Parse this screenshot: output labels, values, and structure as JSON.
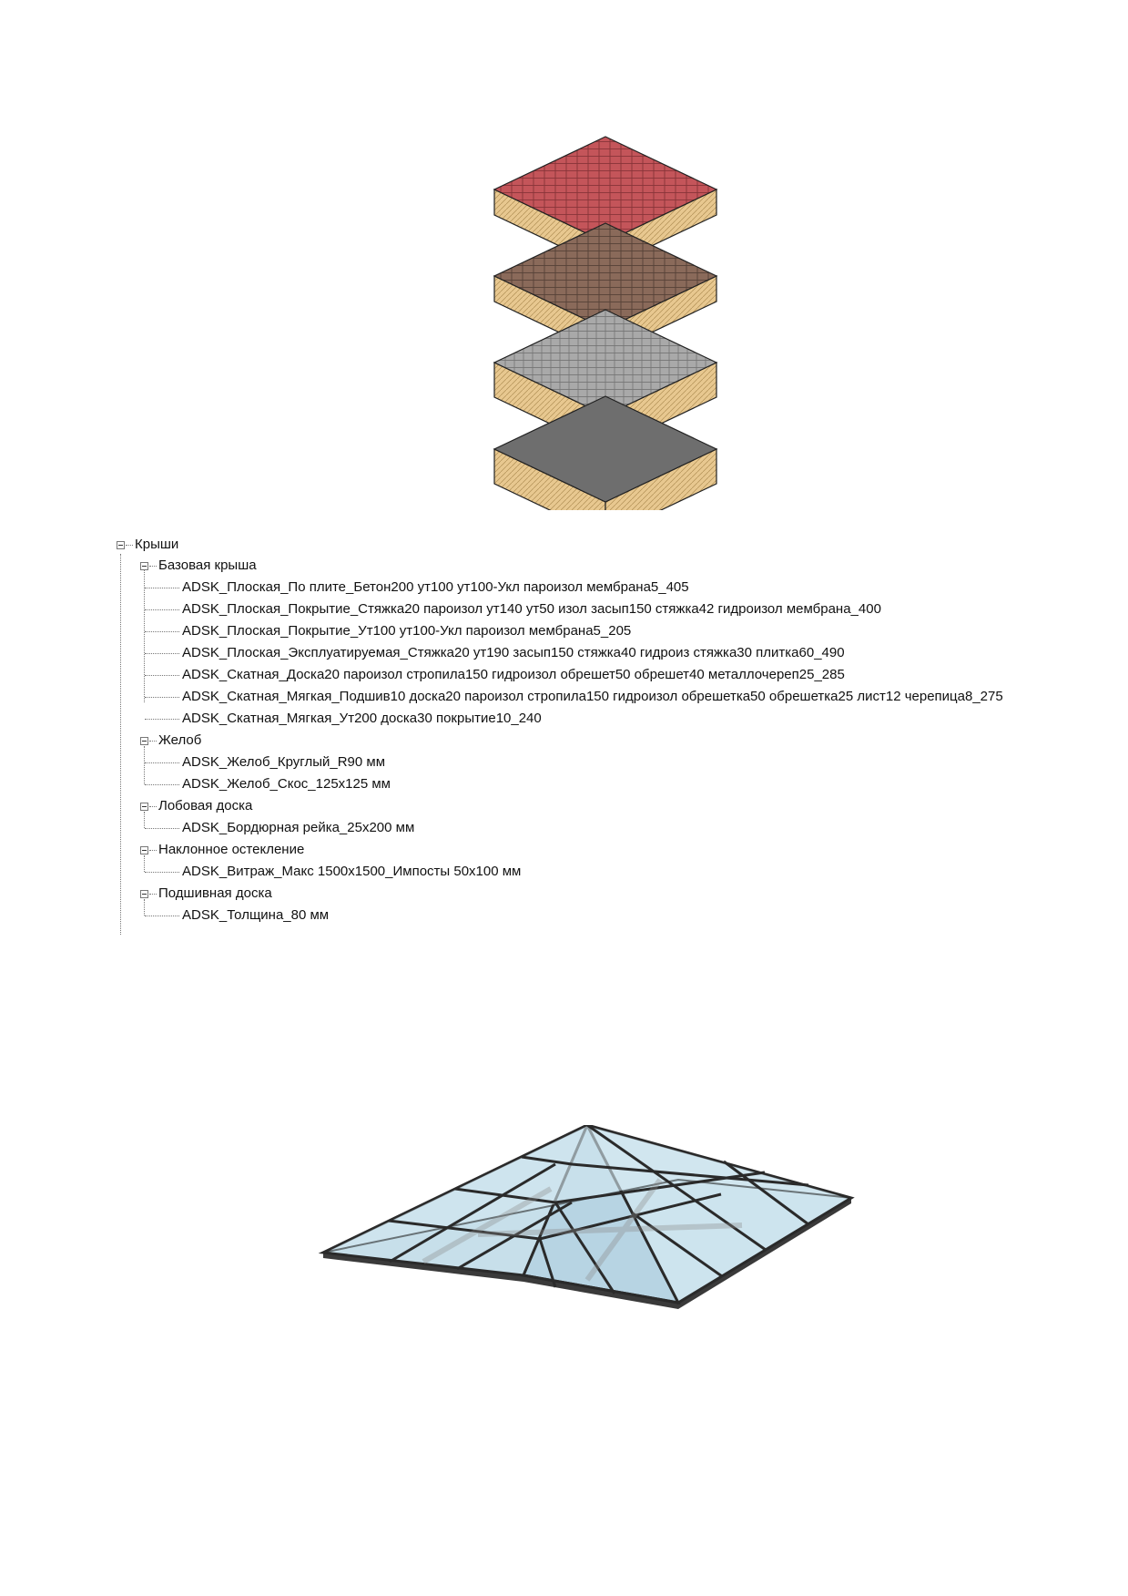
{
  "tree": {
    "root": "Крыши",
    "groups": [
      {
        "label": "Базовая крыша",
        "items": [
          "ADSK_Плоская_По плите_Бетон200 ут100 ут100-Укл пароизол мембрана5_405",
          "ADSK_Плоская_Покрытие_Стяжка20 пароизол ут140 ут50 изол засып150 стяжка42 гидроизол мембрана_400",
          "ADSK_Плоская_Покрытие_Ут100 ут100-Укл пароизол мембрана5_205",
          "ADSK_Плоская_Эксплуатируемая_Стяжка20 ут190 засып150 стяжка40 гидроиз стяжка30 плитка60_490",
          "ADSK_Скатная_Доска20 пароизол стропила150 гидроизол обрешет50 обрешет40 металлочереп25_285",
          "ADSK_Скатная_Мягкая_Подшив10 доска20 пароизол стропила150 гидроизол обрешетка50 обрешетка25 лист12 черепица8_275",
          "ADSK_Скатная_Мягкая_Ут200 доска30 покрытие10_240"
        ]
      },
      {
        "label": "Желоб",
        "items": [
          "ADSK_Желоб_Круглый_R90 мм",
          "ADSK_Желоб_Скос_125x125 мм"
        ]
      },
      {
        "label": "Лобовая доска",
        "items": [
          "ADSK_Бордюрная рейка_25x200 мм"
        ]
      },
      {
        "label": "Наклонное остекление",
        "items": [
          "ADSK_Витраж_Макс 1500x1500_Импосты 50x100 мм"
        ]
      },
      {
        "label": "Подшивная доска",
        "items": [
          "ADSK_Толщина_80 мм"
        ]
      }
    ]
  },
  "colors": {
    "tile_red": "#c4555a",
    "tile_brown": "#8a6a5a",
    "gravel_gray": "#a9a9a9",
    "concrete_dark": "#6e6e6e",
    "insulation": "#e8c890",
    "glass": "#bcd8e6",
    "frame": "#2a2a2a"
  }
}
